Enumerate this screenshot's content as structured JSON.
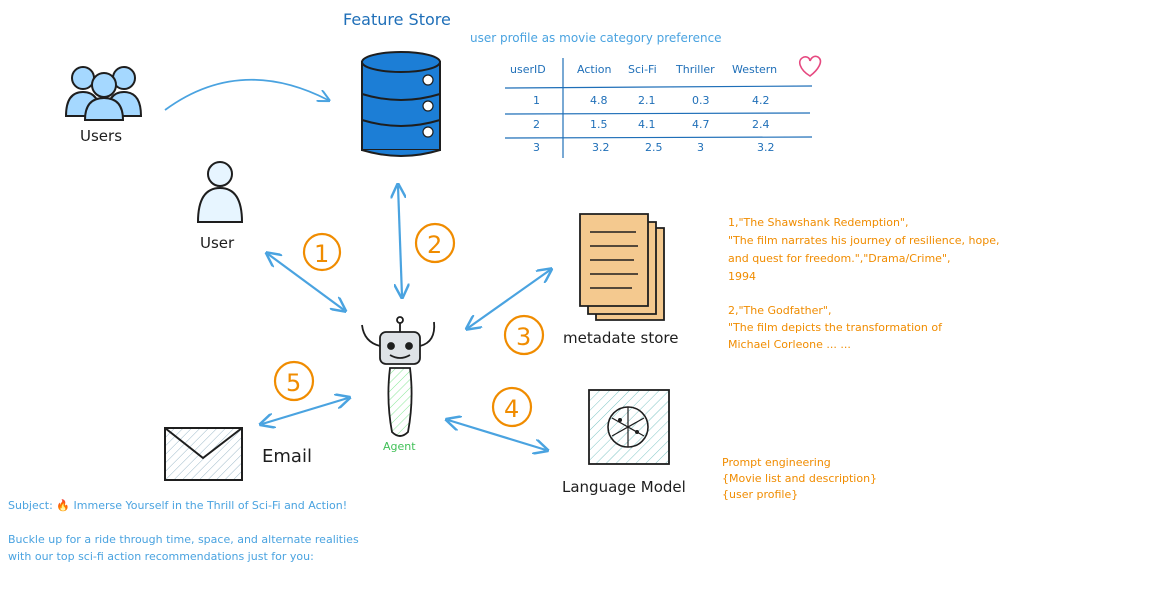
{
  "feature_store": {
    "title": "Feature Store",
    "subtitle": "user profile as movie category preference",
    "table": {
      "headers": [
        "userID",
        "Action",
        "Sci-Fi",
        "Thriller",
        "Western"
      ],
      "rows": [
        [
          "1",
          "4.8",
          "2.1",
          "0.3",
          "4.2"
        ],
        [
          "2",
          "1.5",
          "4.1",
          "4.7",
          "2.4"
        ],
        [
          "3",
          "3.2",
          "2.5",
          "3",
          "3.2"
        ]
      ]
    }
  },
  "nodes": {
    "users_label": "Users",
    "user_label": "User",
    "agent_label": "Agent",
    "metadata_label": "metadate store",
    "llm_label": "Language Model",
    "email_label": "Email"
  },
  "steps": [
    "1",
    "2",
    "3",
    "4",
    "5"
  ],
  "metadata_text": [
    "1,\"The Shawshank Redemption\",",
    "\"The film narrates his journey of resilience, hope,",
    "and quest for freedom.\",\"Drama/Crime\",",
    "1994",
    "",
    "2,\"The Godfather\",",
    "\"The film depicts the transformation of",
    "Michael Corleone ... ..."
  ],
  "prompt_text": [
    "Prompt engineering",
    "{Movie list and description}",
    "{user profile}"
  ],
  "email_text": {
    "subject": "Subject: 🔥 Immerse Yourself in the Thrill of Sci-Fi and Action!",
    "body": [
      "Buckle up for a ride through time, space, and alternate realities",
      "with our top sci-fi action recommendations just for you:"
    ]
  },
  "colors": {
    "blue": "#4aa3e0",
    "dark_blue": "#1f6fb8",
    "orange": "#f08c00",
    "green": "#40c057",
    "ink": "#1e1e1e",
    "db_fill": "#1c7ed6",
    "paper": "#f4c98f",
    "pink": "#e64980"
  }
}
